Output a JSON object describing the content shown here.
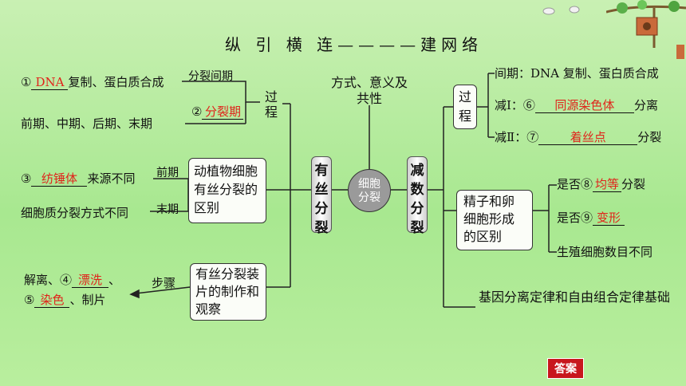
{
  "title": "纵 引 横 连————建网络",
  "center": {
    "label": "细胞分裂",
    "top": "方式、意义及共性"
  },
  "left_col": {
    "label": "有丝分裂"
  },
  "right_col": {
    "label": "减数分裂"
  },
  "process_left": {
    "label": "过程",
    "item1": {
      "prefix": "①",
      "blank": "DNA",
      "suffix": "复制、蛋白质合成",
      "tag": "分裂间期"
    },
    "item2": {
      "prefix": "②",
      "blank": "分裂期"
    },
    "item3": {
      "text": "前期、中期、后期、末期"
    }
  },
  "diff_box": {
    "label": "动植物细胞有丝分裂的区别",
    "item1": {
      "prefix": "③",
      "blank": "纺锤体",
      "suffix": "来源不同",
      "tag": "前期"
    },
    "item2": {
      "text": "细胞质分裂方式不同",
      "tag": "末期"
    }
  },
  "exp_box": {
    "label": "有丝分裂装片的制作和观察",
    "steps_label": "步骤",
    "line1": {
      "text": "解离、④",
      "blank": "漂洗",
      "suffix": "、"
    },
    "line2": {
      "prefix": "⑤",
      "blank": "染色",
      "suffix": "、制片"
    }
  },
  "process_right": {
    "label": "过程",
    "item1": {
      "text": "间期：DNA 复制、蛋白质合成"
    },
    "item2": {
      "prefix": "减Ⅰ：⑥",
      "blank": "同源染色体",
      "suffix": "分离"
    },
    "item3": {
      "prefix": "减Ⅱ：⑦",
      "blank": "着丝点",
      "suffix": "分裂"
    }
  },
  "gamete_box": {
    "label": "精子和卵细胞形成的区别",
    "item1": {
      "prefix": "是否⑧",
      "blank": "均等",
      "suffix": "分裂"
    },
    "item2": {
      "prefix": "是否⑨",
      "blank": "变形"
    },
    "item3": {
      "text": "生殖细胞数目不同"
    }
  },
  "law": {
    "text": "基因分离定律和自由组合定律基础"
  },
  "answer_button": "答案",
  "colors": {
    "answer_red": "#e0241b",
    "button_red": "#c8161d"
  }
}
